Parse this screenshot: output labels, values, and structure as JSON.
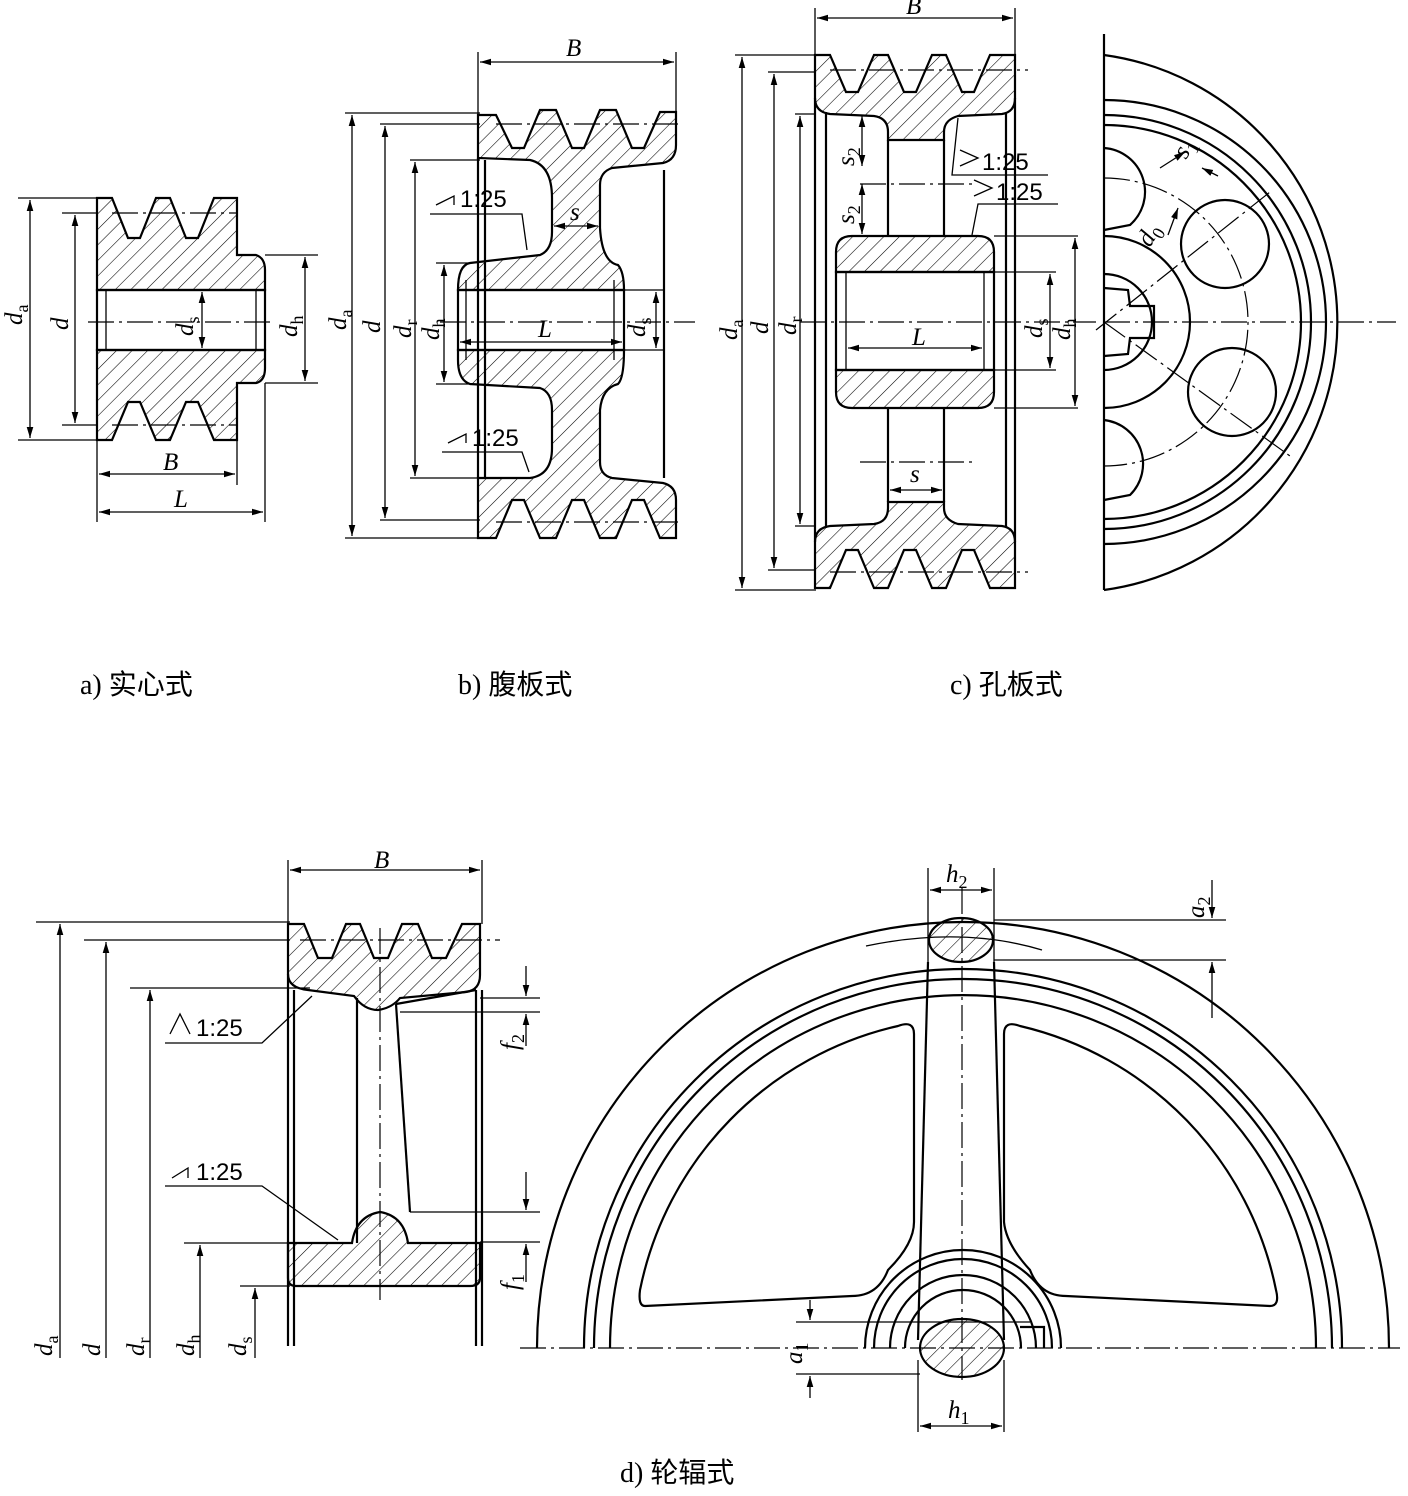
{
  "captions": {
    "a": "a) 实心式",
    "b": "b) 腹板式",
    "c": "c) 孔板式",
    "d": "d) 轮辐式"
  },
  "symbols": {
    "da": "d",
    "da_sub": "a",
    "d": "d",
    "dr": "d",
    "dr_sub": "r",
    "dh": "d",
    "dh_sub": "h",
    "ds": "d",
    "ds_sub": "s",
    "d0": "d",
    "d0_sub": "0",
    "B": "B",
    "L": "L",
    "s": "s",
    "s1": "s",
    "s1_sub": "1",
    "s2": "s",
    "s2_sub": "2",
    "f1": "f",
    "f1_sub": "1",
    "f2": "f",
    "f2_sub": "2",
    "h1": "h",
    "h1_sub": "1",
    "h2": "h",
    "h2_sub": "2",
    "a1": "a",
    "a1_sub": "1",
    "a2": "a",
    "a2_sub": "2"
  },
  "taper": "1:25"
}
